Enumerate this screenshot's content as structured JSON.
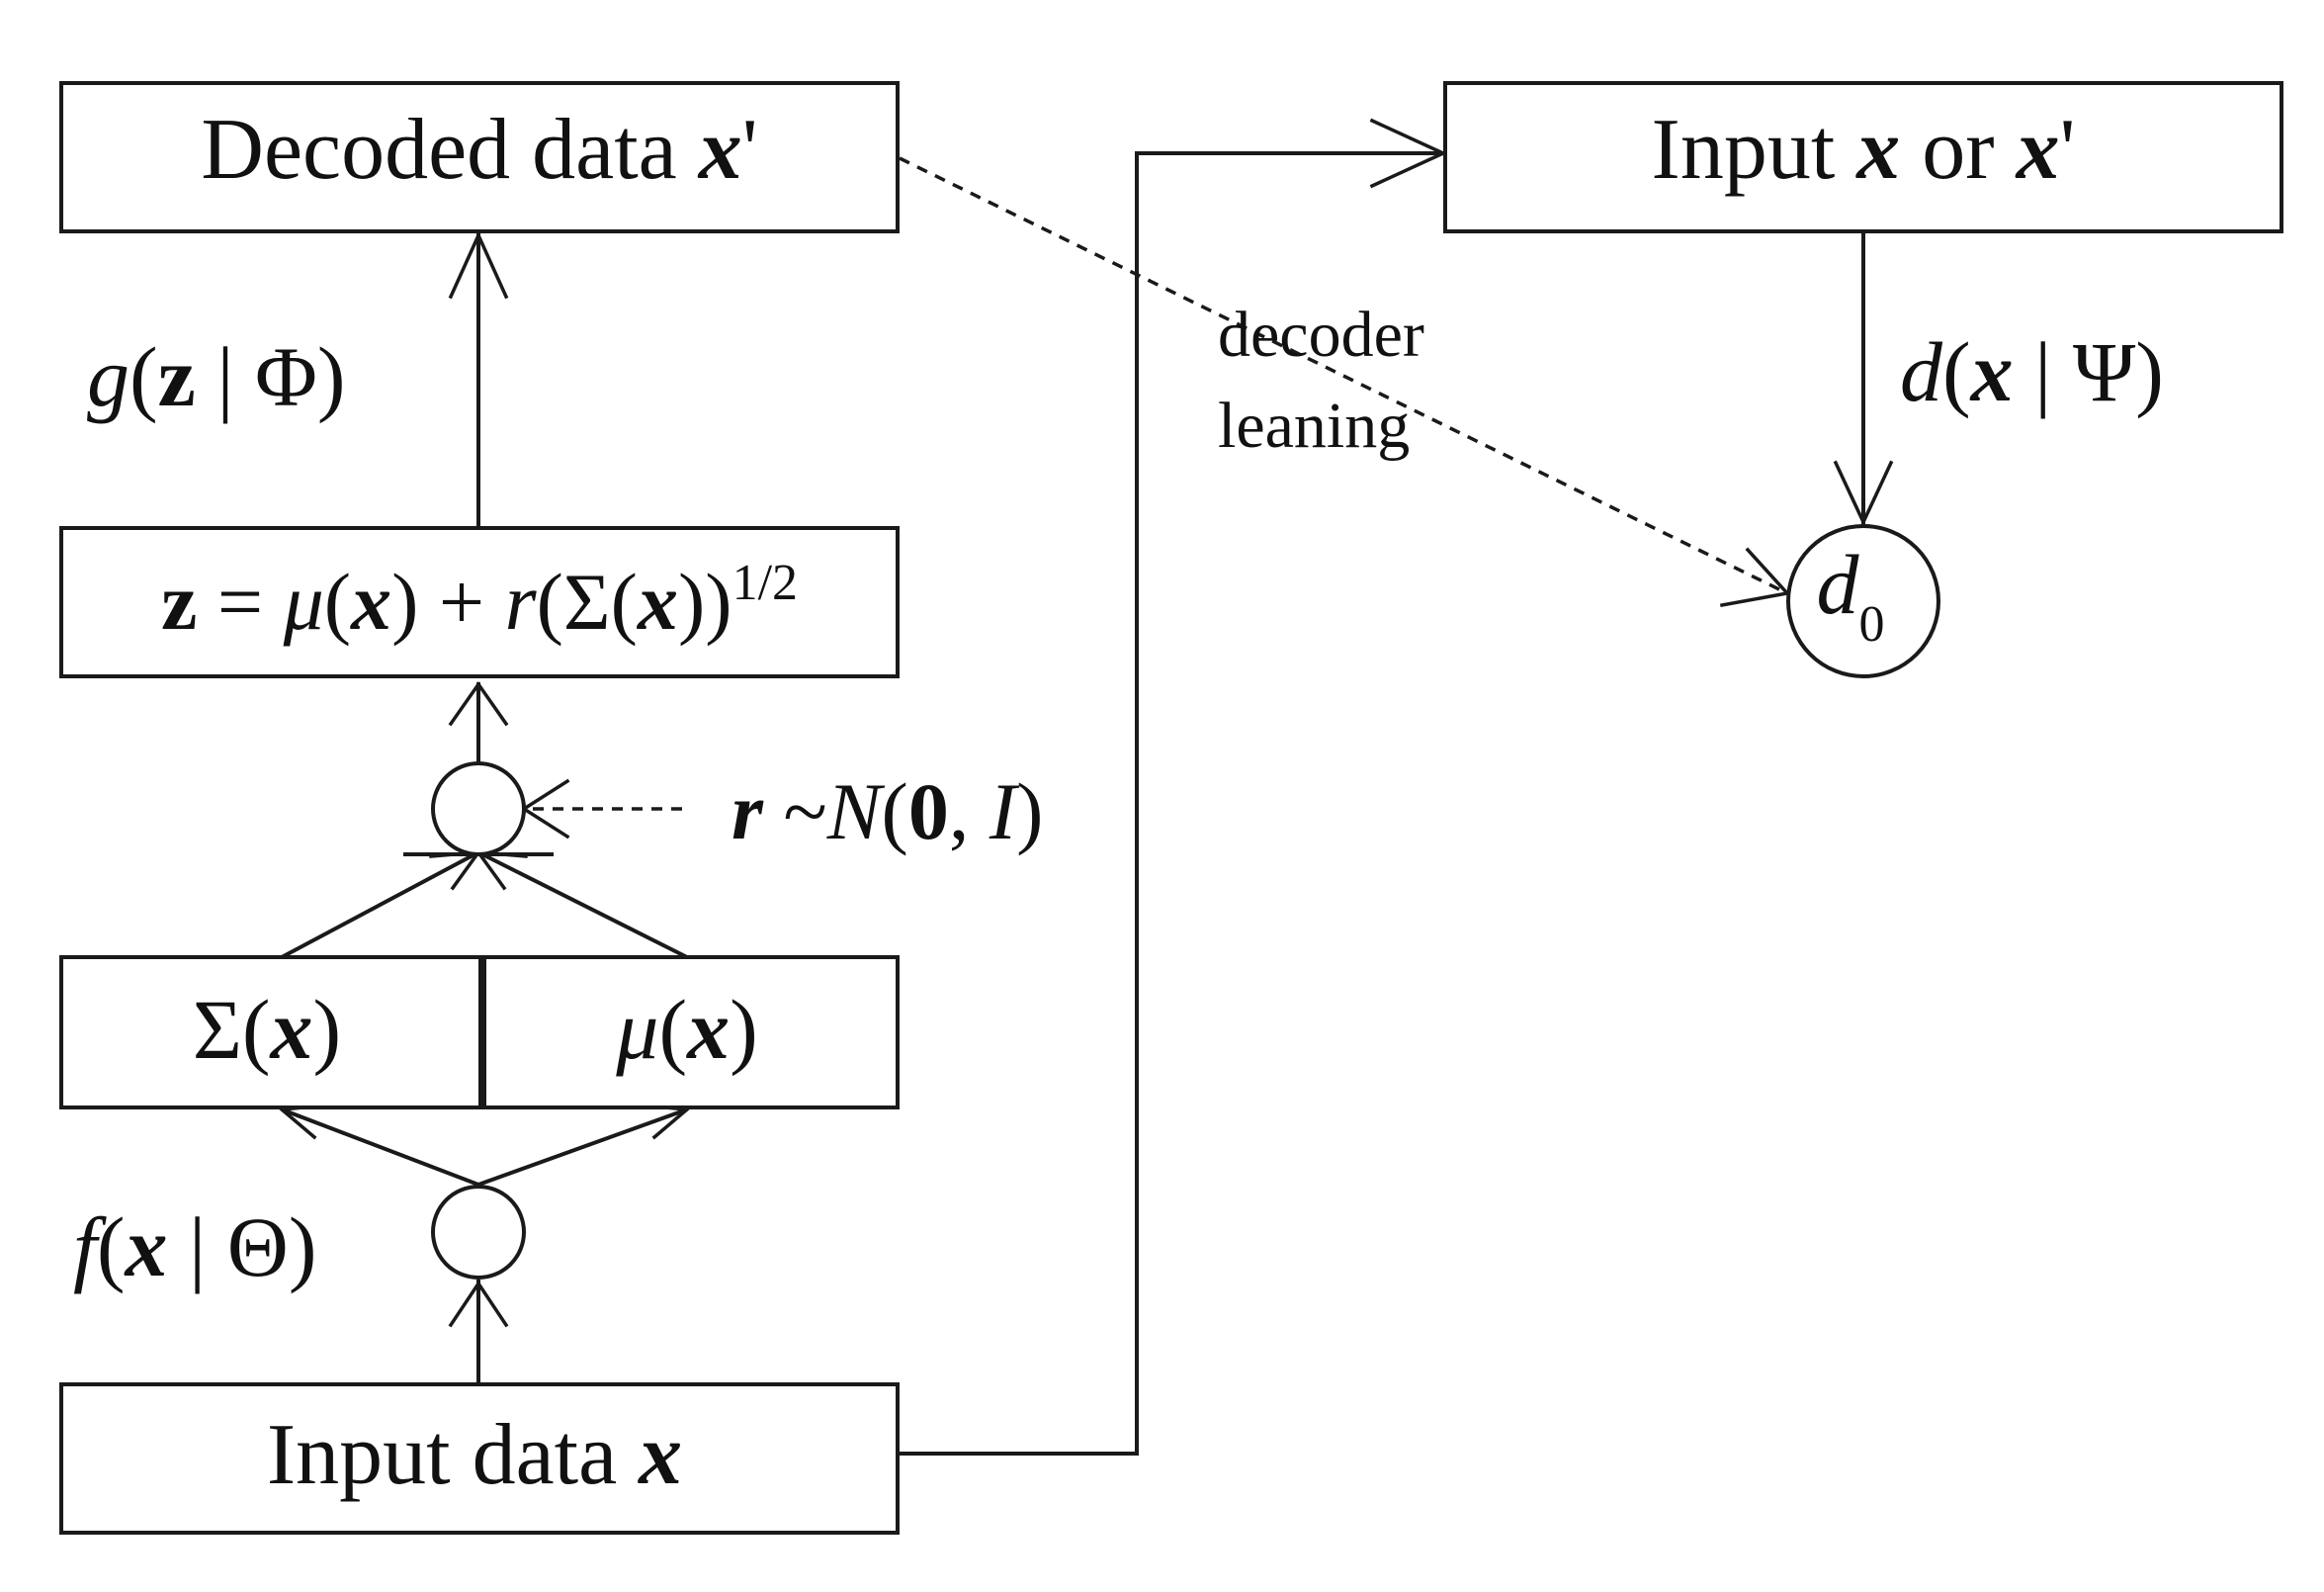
{
  "boxes": {
    "decoded": {
      "text": "Decoded data ",
      "var": "x",
      "prime": "'"
    },
    "z_eq": {
      "z": "z",
      "eq": " = ",
      "mu": "μ",
      "lp": "(",
      "x": "x",
      "rp": ") + ",
      "r": "r",
      "sig": "(Σ(",
      "x2": "x",
      "rp2": "))",
      "exp": "1/2"
    },
    "sigma": {
      "sym": "Σ(",
      "x": "x",
      "rp": ")"
    },
    "mu": {
      "sym": "μ",
      "lp": "(",
      "x": "x",
      "rp": ")"
    },
    "input": {
      "text": "Input data ",
      "var": "x"
    },
    "input_right": {
      "text": "Input ",
      "x": "x",
      "or": " or ",
      "x2": "x",
      "prime": "'"
    }
  },
  "functions": {
    "g": {
      "f": "g",
      "lp": "(",
      "z": "z",
      "bar": " | Φ)"
    },
    "f": {
      "f": "f",
      "lp": "(",
      "x": "x",
      "bar": " | Θ)"
    },
    "d": {
      "f": "d",
      "lp": "(",
      "x": "x",
      "bar": " | Ψ)"
    }
  },
  "noise": {
    "r": "r",
    "tilde": " ~",
    "N": "N",
    "lp": "(",
    "zero": "0",
    "comma": ", ",
    "I": "I",
    "rp": ")"
  },
  "d0": {
    "d": "d",
    "sub": "0"
  },
  "annotation": {
    "line1": "decoder",
    "line2": "leaning"
  }
}
